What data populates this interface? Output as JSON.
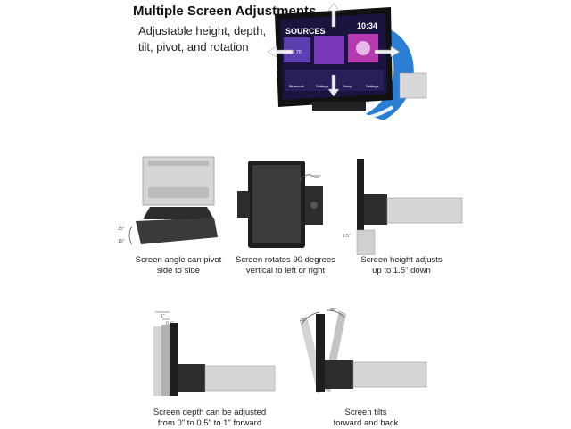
{
  "header": {
    "title": "Multiple Screen Adjustments",
    "subtitle_lines": [
      "Adjustable height, depth,",
      "tilt, pivot, and rotation"
    ]
  },
  "hero_screen": {
    "sources_label": "SOURCES",
    "clock": "10:34",
    "frequency": "107.70",
    "apps": [
      "Bluetooth",
      "Settings",
      "Setup",
      "Settings"
    ]
  },
  "diagrams": [
    {
      "caption_lines": [
        "Screen angle can pivot",
        "side to side"
      ],
      "dim_labels": [
        "15°",
        "15°"
      ]
    },
    {
      "caption_lines": [
        "Screen rotates 90 degrees",
        "vertical to left or right"
      ],
      "dim_labels": [
        "90°"
      ]
    },
    {
      "caption_lines": [
        "Screen height adjusts",
        "up to 1.5\" down"
      ],
      "dim_labels": [
        "1.5\""
      ]
    },
    {
      "caption_lines": [
        "Screen depth can be adjusted",
        "from 0\" to 0.5\" to 1\" forward"
      ],
      "dim_labels": [
        "1\"",
        "0.5\""
      ]
    },
    {
      "caption_lines": [
        "Screen tilts",
        "forward and back"
      ],
      "dim_labels": [
        "25°",
        "20°"
      ]
    }
  ],
  "colors": {
    "accent_blue": "#2a7fd4",
    "screen_bg": "#1b1340",
    "unit_gray": "#cfcfcf",
    "bracket_dark": "#2d2d2d"
  }
}
